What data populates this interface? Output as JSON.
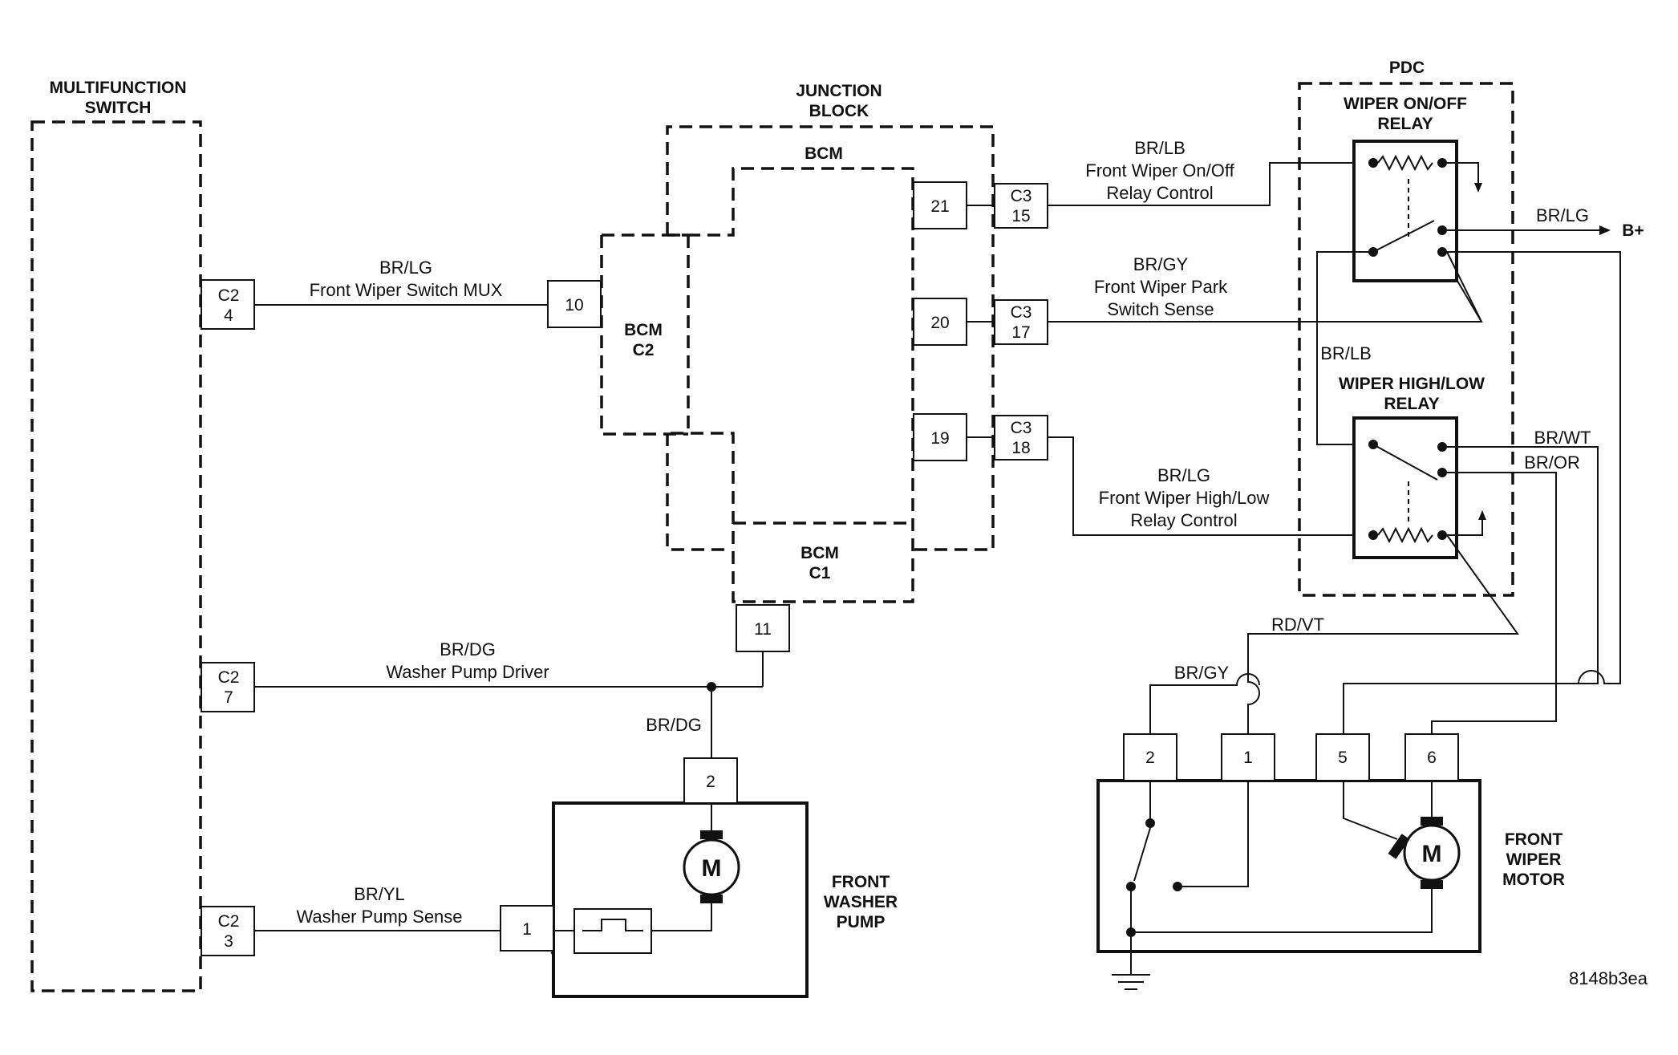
{
  "modules": {
    "multifunction_switch": [
      "MULTIFUNCTION",
      "SWITCH"
    ],
    "junction_block": [
      "JUNCTION",
      "BLOCK"
    ],
    "bcm": "BCM",
    "bcm_c2": [
      "BCM",
      "C2"
    ],
    "bcm_c1": [
      "BCM",
      "C1"
    ],
    "pdc": "PDC",
    "wiper_onoff_relay": [
      "WIPER ON/OFF",
      "RELAY"
    ],
    "wiper_highlow_relay": [
      "WIPER HIGH/LOW",
      "RELAY"
    ],
    "front_washer_pump": [
      "FRONT",
      "WASHER",
      "PUMP"
    ],
    "front_wiper_motor": [
      "FRONT",
      "WIPER",
      "MOTOR"
    ],
    "motor_symbol": "M"
  },
  "connectors": {
    "msw_c2_4": [
      "C2",
      "4"
    ],
    "msw_c2_7": [
      "C2",
      "7"
    ],
    "msw_c2_3": [
      "C2",
      "3"
    ],
    "bcm_c2_10": "10",
    "bcm_21": "21",
    "bcm_20": "20",
    "bcm_19": "19",
    "bcm_c1_11": "11",
    "jb_c3_15": [
      "C3",
      "15"
    ],
    "jb_c3_17": [
      "C3",
      "17"
    ],
    "jb_c3_18": [
      "C3",
      "18"
    ],
    "pump_2": "2",
    "pump_1": "1",
    "motor_2": "2",
    "motor_1": "1",
    "motor_5": "5",
    "motor_6": "6"
  },
  "circuits": {
    "front_wiper_switch_mux": [
      "BR/LG",
      "Front Wiper Switch MUX"
    ],
    "washer_pump_driver": [
      "BR/DG",
      "Washer Pump Driver"
    ],
    "washer_pump_driver_branch": "BR/DG",
    "washer_pump_sense": [
      "BR/YL",
      "Washer Pump Sense"
    ],
    "onoff_relay_control": [
      "BR/LB",
      "Front Wiper On/Off",
      "Relay Control"
    ],
    "park_switch_sense": [
      "BR/GY",
      "Front Wiper Park",
      "Switch Sense"
    ],
    "highlow_relay_control": [
      "BR/LG",
      "Front Wiper High/Low",
      "Relay Control"
    ],
    "b_plus_feed": "BR/LG",
    "b_plus": "B+",
    "relay_link": "BR/LB",
    "high_speed": "BR/WT",
    "low_speed": "BR/OR",
    "motor_feed": "RD/VT",
    "park_switch": "BR/GY"
  },
  "figure_id": "8148b3ea"
}
